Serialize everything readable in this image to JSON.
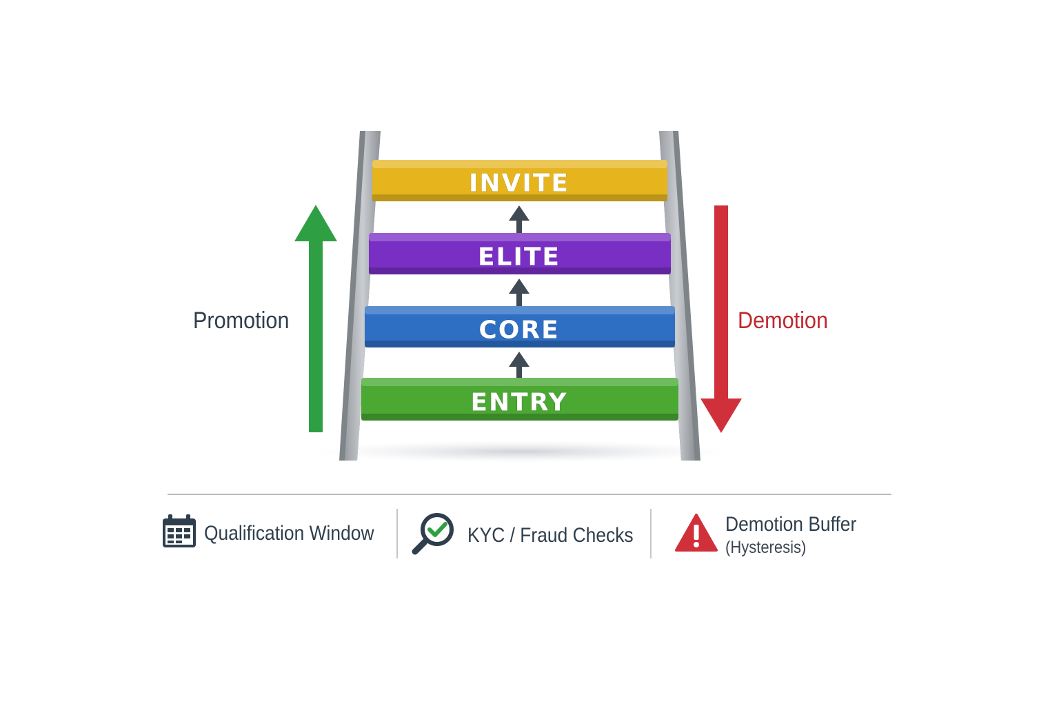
{
  "tiers": [
    {
      "label": "INVITE",
      "color": "#e6b51e"
    },
    {
      "label": "ELITE",
      "color": "#7a2fc4"
    },
    {
      "label": "CORE",
      "color": "#2e6fc4"
    },
    {
      "label": "ENTRY",
      "color": "#4aa833"
    }
  ],
  "promotion": {
    "label": "Promotion",
    "arrow_color": "#2ea043",
    "text_color": "#2f3e4c"
  },
  "demotion": {
    "label": "Demotion",
    "arrow_color": "#d0303a",
    "text_color": "#c0282f"
  },
  "legend": [
    {
      "icon": "calendar-icon",
      "label": "Qualification Window"
    },
    {
      "icon": "magnifier-check-icon",
      "label": "KYC / Fraud Checks"
    },
    {
      "icon": "warning-icon",
      "label": "Demotion Buffer",
      "sublabel": "(Hysteresis)"
    }
  ]
}
